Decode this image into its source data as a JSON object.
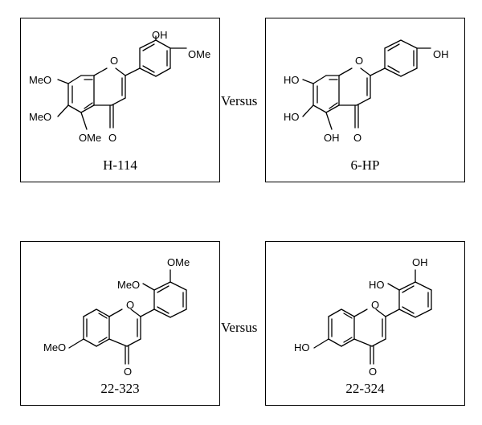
{
  "comparisons": [
    {
      "left": {
        "caption": "H-114",
        "labels": {
          "oh_top": "OH",
          "ome_right": "OMe",
          "ring_o": "O",
          "ome7": "MeO",
          "ome6": "MeO",
          "ome5": "OMe",
          "carbonyl": "O"
        }
      },
      "versus": "Versus",
      "right": {
        "caption": "6-HP",
        "labels": {
          "oh_para": "OH",
          "ring_o": "O",
          "oh7": "HO",
          "oh6": "HO",
          "oh5": "OH",
          "carbonyl": "O"
        }
      }
    },
    {
      "left": {
        "caption": "22-323",
        "labels": {
          "ome3": "OMe",
          "ome2": "MeO",
          "ring_o": "O",
          "ome6": "MeO",
          "carbonyl": "O"
        }
      },
      "versus": "Versus",
      "right": {
        "caption": "22-324",
        "labels": {
          "oh3": "OH",
          "oh2": "HO",
          "ring_o": "O",
          "oh6": "HO",
          "carbonyl": "O"
        }
      }
    }
  ]
}
